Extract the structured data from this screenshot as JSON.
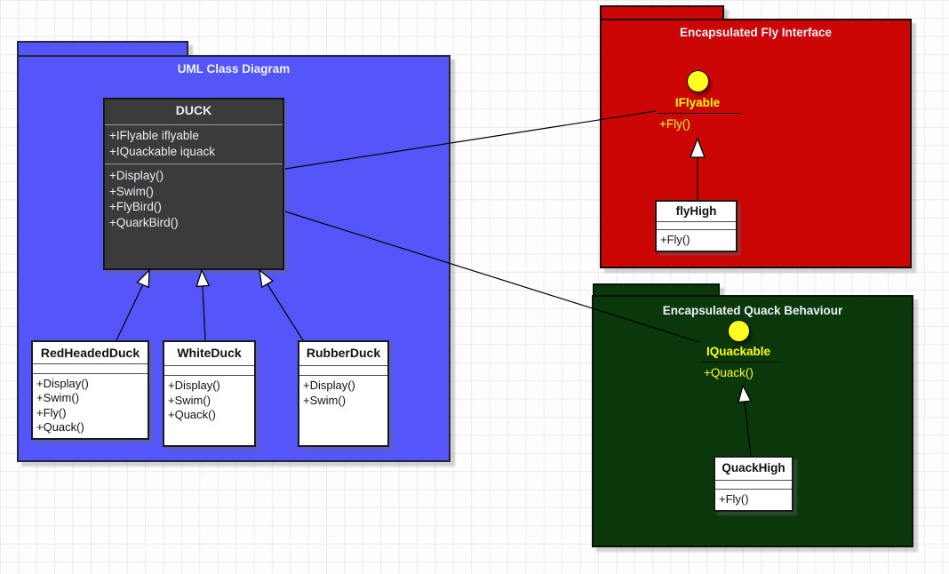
{
  "packages": {
    "uml": {
      "title": "UML Class Diagram",
      "fill": "#5456fa",
      "classes": {
        "duck": {
          "name": "DUCK",
          "attributes": [
            "+IFlyable iflyable",
            "+IQuackable iquack"
          ],
          "methods": [
            "+Display()",
            "+Swim()",
            "+FlyBird()",
            "+QuarkBird()"
          ]
        },
        "red_headed_duck": {
          "name": "RedHeadedDuck",
          "methods": [
            "+Display()",
            "+Swim()",
            "+Fly()",
            "+Quack()"
          ]
        },
        "white_duck": {
          "name": "WhiteDuck",
          "methods": [
            "+Display()",
            "+Swim()",
            "+Quack()"
          ]
        },
        "rubber_duck": {
          "name": "RubberDuck",
          "methods": [
            "+Display()",
            "+Swim()"
          ]
        }
      }
    },
    "fly": {
      "title": "Encapsulated Fly Interface",
      "fill": "#cc0505",
      "interface": {
        "name": "IFlyable",
        "method": "+Fly()"
      },
      "classes": {
        "fly_high": {
          "name": "flyHigh",
          "method": "+Fly()"
        }
      }
    },
    "quack": {
      "title": "Encapsulated Quack Behaviour",
      "fill": "#0a380a",
      "interface": {
        "name": "IQuackable",
        "method": "+Quack()"
      },
      "classes": {
        "quack_high": {
          "name": "QuackHigh",
          "method": "+Fly()"
        }
      }
    }
  },
  "connectors": [
    {
      "from": "RedHeadedDuck",
      "to": "DUCK",
      "type": "generalization"
    },
    {
      "from": "WhiteDuck",
      "to": "DUCK",
      "type": "generalization"
    },
    {
      "from": "RubberDuck",
      "to": "DUCK",
      "type": "generalization"
    },
    {
      "from": "flyHigh",
      "to": "IFlyable",
      "type": "realization"
    },
    {
      "from": "QuackHigh",
      "to": "IQuackable",
      "type": "realization"
    },
    {
      "from": "DUCK",
      "to": "IFlyable",
      "type": "association"
    },
    {
      "from": "DUCK",
      "to": "IQuackable",
      "type": "association"
    }
  ],
  "colors": {
    "package_blue": "#5456fa",
    "package_red": "#cc0505",
    "package_green": "#0a380a",
    "class_dark_fill": "#3b3b3b",
    "interface_yellow": "#ffff00",
    "class_white_fill": "#ffffff"
  }
}
